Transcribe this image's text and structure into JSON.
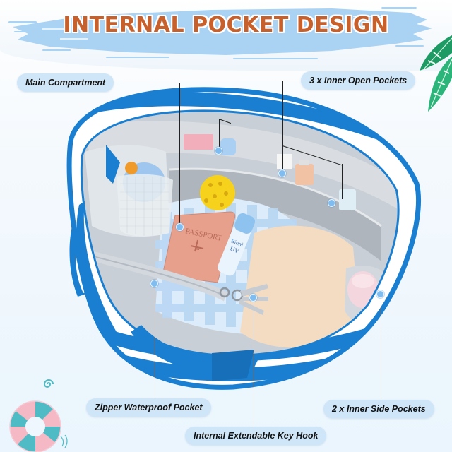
{
  "header": {
    "title": "INTERNAL POCKET DESIGN",
    "title_color": "#c8602c",
    "brush_color": "#a9d2f3"
  },
  "callouts": [
    {
      "id": "main-compartment",
      "label": "Main Compartment"
    },
    {
      "id": "inner-open-pockets",
      "label": "3 x Inner Open Pockets"
    },
    {
      "id": "zipper-waterproof-pocket",
      "label": "Zipper Waterproof Pocket"
    },
    {
      "id": "internal-key-hook",
      "label": "Internal Extendable Key Hook"
    },
    {
      "id": "inner-side-pockets",
      "label": "2 x Inner Side Pockets"
    }
  ],
  "product": {
    "passport_text": "PASSPORT",
    "sunscreen_text": "Bioré UV",
    "stripe_color": "#1a7fd0",
    "lining_color": "#c9cfd6"
  },
  "colors": {
    "callout_bg": "#cfe6f8",
    "marker_dot": "#7fbdf0",
    "leaf_green": "#1fa56e",
    "float_pink": "#f4b6c2",
    "float_teal": "#4cbcc4"
  }
}
